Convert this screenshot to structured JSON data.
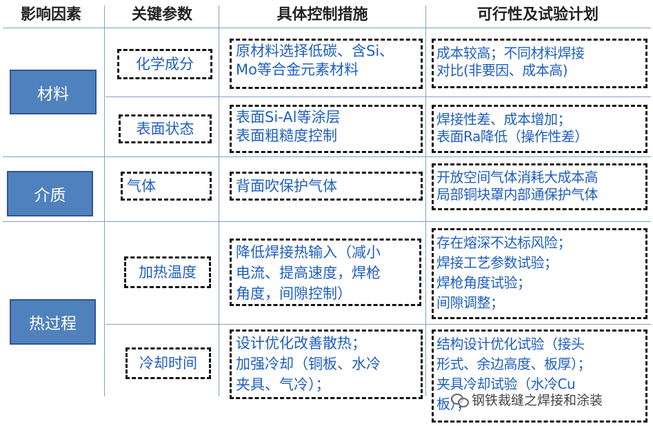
{
  "headers": {
    "factor": "影响因素",
    "param": "关键参数",
    "measure": "具体控制措施",
    "feasibility": "可行性及试验计划"
  },
  "groups": [
    {
      "factor": "材料",
      "rows": [
        {
          "param": "化学成分",
          "measure": [
            "原材料选择低碳、含Si、",
            "Mo等合金元素材料"
          ],
          "feasibility": [
            "成本较高；不同材料焊接",
            "对比(非要因、成本高)"
          ]
        },
        {
          "param": "表面状态",
          "measure": [
            "表面Si-Al等涂层",
            "表面粗糙度控制"
          ],
          "feasibility": [
            "焊接性差、成本增加；",
            "表面Ra降低（操作性差）"
          ]
        }
      ]
    },
    {
      "factor": "介质",
      "rows": [
        {
          "param": "气体",
          "measure": [
            "背面吹保护气体"
          ],
          "feasibility": [
            "开放空间气体消耗大成本高",
            "局部铜块罩内部通保护气体"
          ]
        }
      ]
    },
    {
      "factor": "热过程",
      "rows": [
        {
          "param": "加热温度",
          "measure": [
            "降低焊接热输入（减小",
            "电流、提高速度，焊枪",
            "角度，间隙控制）"
          ],
          "feasibility": [
            "存在熔深不达标风险；",
            "焊接工艺参数试验；",
            "焊枪角度试验；",
            "间隙调整；"
          ]
        },
        {
          "param": "冷却时间",
          "measure": [
            "设计优化改善散热；",
            "加强冷却（铜板、水冷",
            "夹具、气冷）；"
          ],
          "feasibility": [
            "结构设计优化试验（接头",
            "形式、余边高度、板厚）；",
            "夹具冷却试验（水冷Cu",
            "板）；"
          ]
        }
      ]
    }
  ],
  "watermark": {
    "icon": "wechat-icon",
    "text": "钢铁裁缝之焊接和涂装"
  },
  "colors": {
    "factor_fill": "#4f81bd",
    "factor_border": "#2f5597",
    "text_blue": "#1f5fbf",
    "grid_line": "#7f9fc9"
  }
}
